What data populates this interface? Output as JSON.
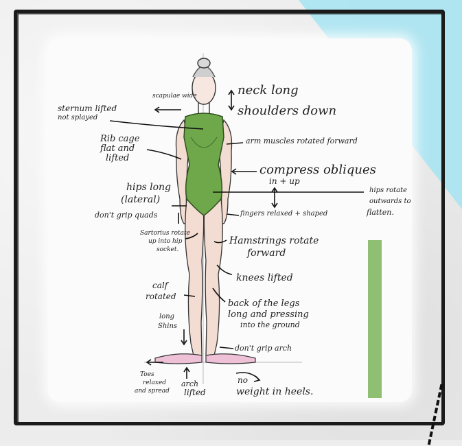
{
  "annotations": {
    "neck_long": "neck long",
    "shoulders_down": "shoulders down",
    "scapulae_wide": "scapulae wide",
    "sternum_lifted": "sternum lifted",
    "not_splayed": "not splayed",
    "rib_cage_1": "Rib cage",
    "rib_cage_2": "flat and",
    "rib_cage_3": "lifted",
    "arm_muscles": "arm muscles rotated forward",
    "compress_1": "compress obliques",
    "compress_2": "in + up",
    "hips_long_1": "hips long",
    "hips_long_2": "(lateral)",
    "hips_rotate_1": "hips rotate",
    "hips_rotate_2": "outwards to",
    "hips_rotate_3": "flatten.",
    "dont_grip_quads": "don't grip quads",
    "fingers": "fingers relaxed + shaped",
    "sartorius_1": "Sartorius rotate",
    "sartorius_2": "up into hip",
    "sartorius_3": "socket.",
    "hamstrings_1": "Hamstrings rotate",
    "hamstrings_2": "forward",
    "knees_lifted": "knees lifted",
    "calf_1": "calf",
    "calf_2": "rotated",
    "back_of_legs_1": "back of the legs",
    "back_of_legs_2": "long and pressing",
    "back_of_legs_3": "into the ground",
    "long_shins_1": "long",
    "long_shins_2": "Shins",
    "dont_grip_arch": "don't grip arch",
    "toes_1": "Toes",
    "toes_2": "relaxed",
    "toes_3": "and spread",
    "arch_lifted_1": "arch",
    "arch_lifted_2": "lifted",
    "no_weight_1": "no",
    "no_weight_2": "weight in heels."
  },
  "colors": {
    "leotard": "#6fa84a",
    "skin": "#f3dcd2",
    "tape": "#a9e4f2",
    "accent_bar": "#8fbf73",
    "frame": "#1b1b1b"
  }
}
